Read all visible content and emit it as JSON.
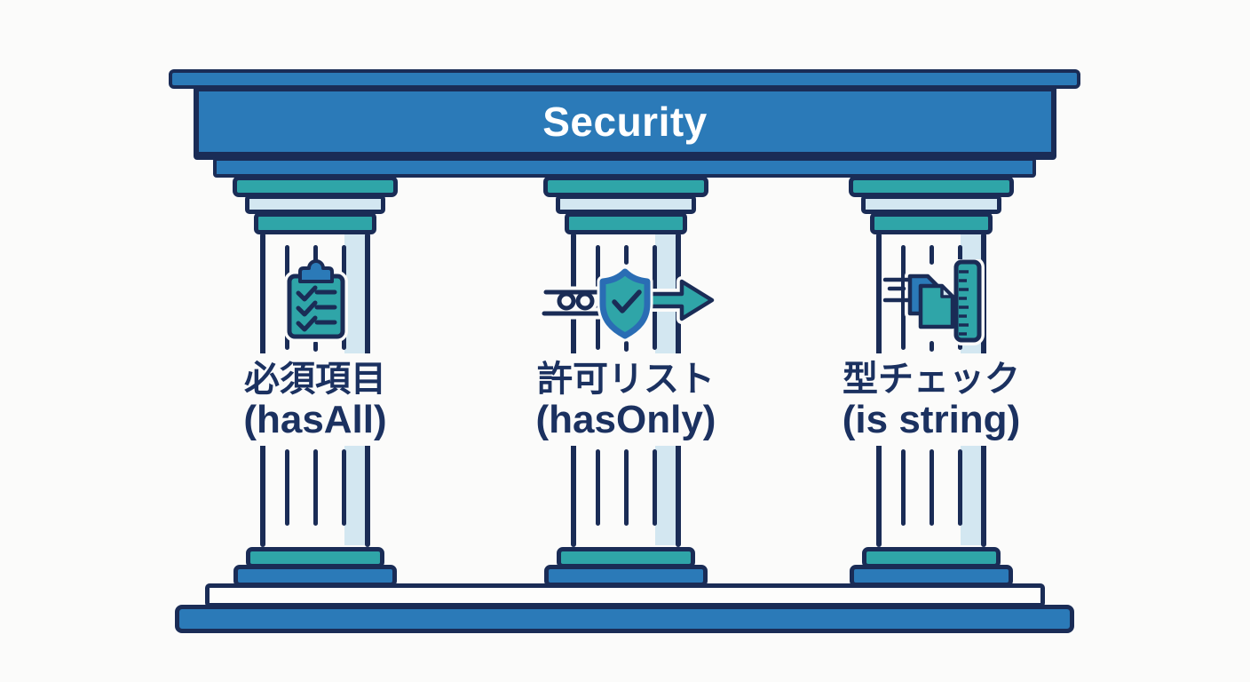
{
  "diagram": {
    "title": "Security",
    "pillars": [
      {
        "label_jp": "必須項目",
        "label_code": "(hasAll)",
        "icon": "checklist-clipboard-icon"
      },
      {
        "label_jp": "許可リスト",
        "label_code": "(hasOnly)",
        "icon": "shield-check-arrow-icon"
      },
      {
        "label_jp": "型チェック",
        "label_code": "(is string)",
        "icon": "documents-ruler-icon"
      }
    ],
    "colors": {
      "blue": "#2b7ab8",
      "navy": "#1a2c56",
      "teal": "#2fa5a8",
      "pale_blue": "#d3e7f1",
      "background": "#fbfbfa",
      "label_text": "#1b3160",
      "shield_border": "#2a6db4",
      "title_text": "#ffffff"
    }
  }
}
